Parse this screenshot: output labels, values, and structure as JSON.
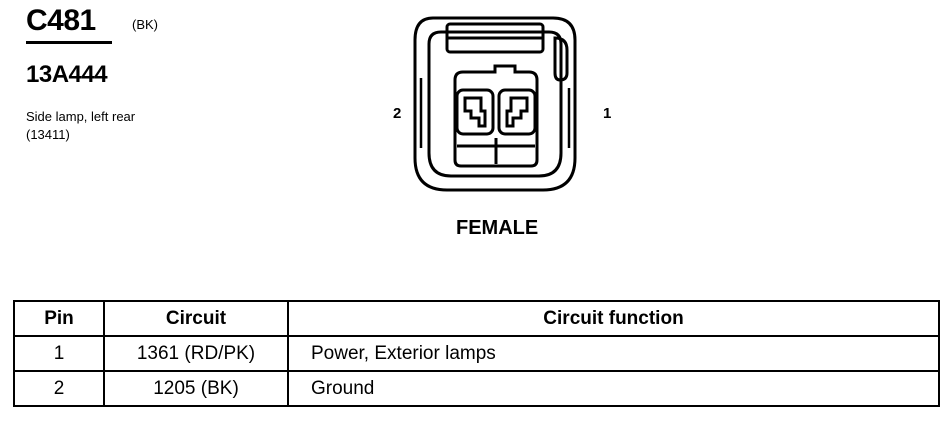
{
  "connector": {
    "id": "C481",
    "color": "(BK)",
    "part_number": "13A444",
    "description_line1": "Side lamp, left rear",
    "description_line2": "(13411)"
  },
  "diagram": {
    "pin_left": "2",
    "pin_right": "1",
    "gender": "FEMALE"
  },
  "table": {
    "headers": {
      "pin": "Pin",
      "circuit": "Circuit",
      "function": "Circuit function"
    },
    "rows": [
      {
        "pin": "1",
        "circuit": "1361 (RD/PK)",
        "function": "Power, Exterior lamps"
      },
      {
        "pin": "2",
        "circuit": "1205 (BK)",
        "function": "Ground"
      }
    ]
  }
}
